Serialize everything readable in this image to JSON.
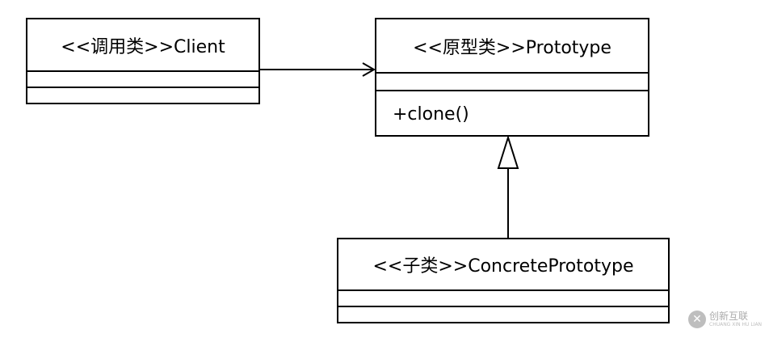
{
  "classes": {
    "client": {
      "name": "<<调用类>>Client"
    },
    "prototype": {
      "name": "<<原型类>>Prototype",
      "operations": [
        "+clone()"
      ]
    },
    "concrete": {
      "name": "<<子类>>ConcretePrototype"
    }
  },
  "relationships": [
    {
      "type": "association",
      "from": "client",
      "to": "prototype",
      "arrowhead": "open"
    },
    {
      "type": "generalization",
      "from": "concrete",
      "to": "prototype",
      "arrowhead": "hollow-triangle"
    }
  ],
  "watermark": {
    "icon": "brand-logo-icon",
    "glyph": "✕",
    "text_cn": "创新互联",
    "text_en": "CHUANG XIN HU LIAN"
  },
  "colors": {
    "line": "#000000",
    "background": "#ffffff",
    "watermark": "#8a8a8a"
  }
}
